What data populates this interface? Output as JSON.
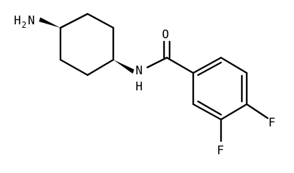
{
  "molecule": {
    "atoms": {
      "amine": "H",
      "amine_sub": "2",
      "amine_n": "N",
      "amide_n": "N",
      "amide_h": "H",
      "carbonyl_o": "O",
      "fluoro_1": "F",
      "fluoro_2": "F"
    }
  },
  "colors": {
    "ink": "#000000",
    "background": "#ffffff"
  }
}
